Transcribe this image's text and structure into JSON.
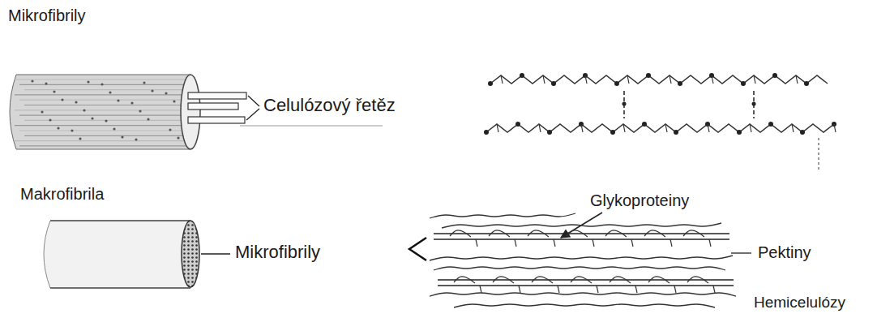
{
  "diagram": {
    "labels": [
      "Mikrofibrily",
      "Celulózový řetěz",
      "Makrofibrila",
      "Mikrofibrily",
      "Glykoproteiny",
      "Pektiny",
      "Hemicelulózy"
    ]
  }
}
